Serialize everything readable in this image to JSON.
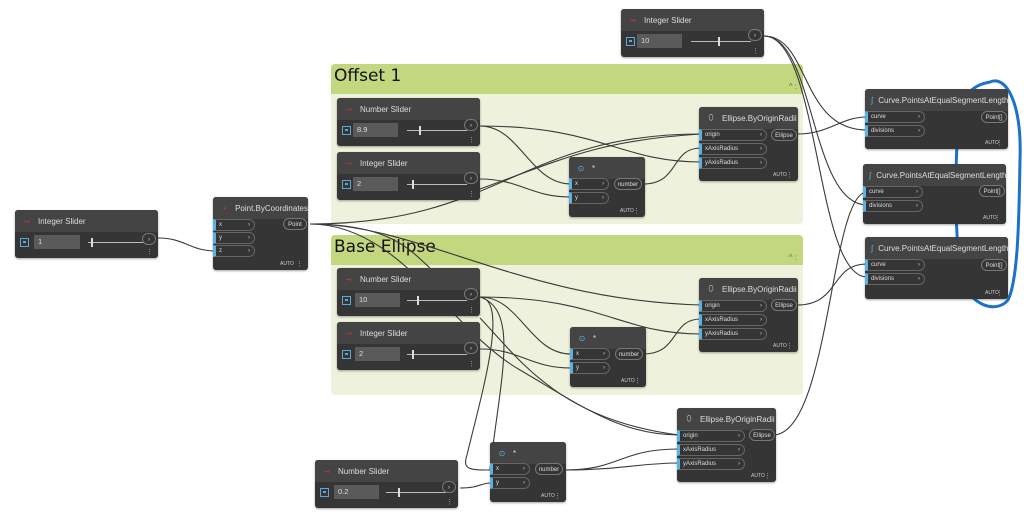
{
  "groups": [
    {
      "id": "offset",
      "title": "Offset 1",
      "collapse_icon": "^ :"
    },
    {
      "id": "base",
      "title": "Base Ellipse",
      "collapse_icon": "^ :"
    }
  ],
  "nodes": {
    "slider_z": {
      "title": "Integer Slider",
      "type": "integer-slider",
      "value": "1",
      "fraction": 0.05
    },
    "point_by_coords": {
      "title": "Point.ByCoordinates",
      "inputs": [
        "x",
        "y",
        "z"
      ],
      "output": "Point",
      "lacing": "AUTO"
    },
    "offset_number_slider": {
      "title": "Number Slider",
      "type": "number-slider",
      "value": "8.9",
      "fraction": 0.2
    },
    "offset_integer_slider": {
      "title": "Integer Slider",
      "type": "integer-slider",
      "value": "2",
      "fraction": 0.05
    },
    "offset_multiply": {
      "title": "*",
      "inputs": [
        "x",
        "y"
      ],
      "output": "number",
      "lacing": "AUTO"
    },
    "offset_ellipse": {
      "title": "Ellipse.ByOriginRadii",
      "inputs": [
        "origin",
        "xAxisRadius",
        "yAxisRadius"
      ],
      "output": "Ellipse",
      "lacing": "AUTO"
    },
    "top_integer_slider": {
      "title": "Integer Slider",
      "type": "integer-slider",
      "value": "10",
      "fraction": 0.6
    },
    "base_number_slider": {
      "title": "Number Slider",
      "type": "number-slider",
      "value": "10",
      "fraction": 0.2
    },
    "base_integer_slider": {
      "title": "Integer Slider",
      "type": "integer-slider",
      "value": "2",
      "fraction": 0.05
    },
    "base_multiply": {
      "title": "*",
      "inputs": [
        "x",
        "y"
      ],
      "output": "number",
      "lacing": "AUTO"
    },
    "base_ellipse": {
      "title": "Ellipse.ByOriginRadii",
      "inputs": [
        "origin",
        "xAxisRadius",
        "yAxisRadius"
      ],
      "output": "Ellipse",
      "lacing": "AUTO"
    },
    "bottom_number_slider": {
      "title": "Number Slider",
      "type": "number-slider",
      "value": "0.2",
      "fraction": 0.3
    },
    "bottom_multiply": {
      "title": "*",
      "inputs": [
        "x",
        "y"
      ],
      "output": "number",
      "lacing": "AUTO"
    },
    "bottom_ellipse": {
      "title": "Ellipse.ByOriginRadii",
      "inputs": [
        "origin",
        "xAxisRadius",
        "yAxisRadius"
      ],
      "output": "Ellipse",
      "lacing": "AUTO"
    },
    "curve_points_1": {
      "title": "Curve.PointsAtEqualSegmentLength",
      "inputs": [
        "curve",
        "divisions"
      ],
      "output": "Point[]",
      "lacing": "AUTO"
    },
    "curve_points_2": {
      "title": "Curve.PointsAtEqualSegmentLength",
      "inputs": [
        "curve",
        "divisions"
      ],
      "output": "Point[]",
      "lacing": "AUTO"
    },
    "curve_points_3": {
      "title": "Curve.PointsAtEqualSegmentLength",
      "inputs": [
        "curve",
        "divisions"
      ],
      "output": "Point[]",
      "lacing": "AUTO"
    }
  },
  "icons": {
    "slider": "slider-icon",
    "point": "point-icon",
    "multiply": "multiply-icon",
    "ellipse": "ellipse-icon",
    "curve": "curve-icon",
    "chevron": ">",
    "more": "⋮"
  },
  "colors": {
    "group_header": "#c3d77f",
    "group_body": "#eef2dc",
    "node_body": "#353535",
    "port_accent": "#5ab2e2",
    "annotation": "#1a73c9"
  }
}
